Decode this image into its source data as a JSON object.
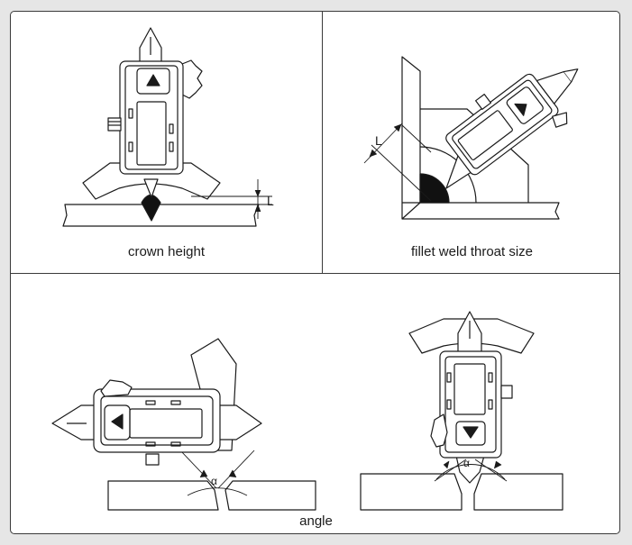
{
  "panels": {
    "crown": {
      "caption": "crown height",
      "dimension_label": "L"
    },
    "fillet": {
      "caption": "fillet weld throat size",
      "dimension_label": "L"
    },
    "angle": {
      "caption": "angle",
      "left_symbol": "α",
      "right_symbol": "α"
    }
  },
  "colors": {
    "line": "#1a1a1a",
    "weld_fill": "#111111",
    "background": "#ffffff",
    "frame": "#3a3a3a"
  }
}
